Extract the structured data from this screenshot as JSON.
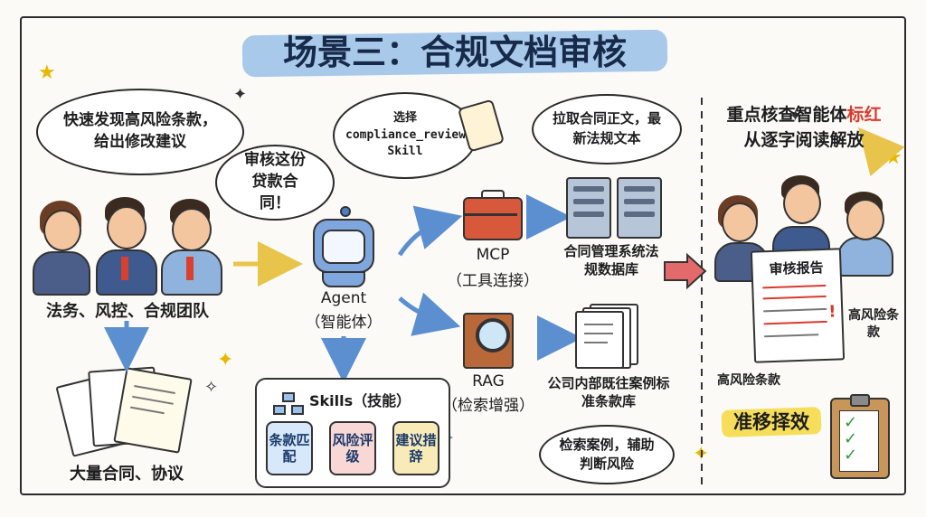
{
  "title": "场景三：合规文档审核",
  "left": {
    "speech_top": "快速发现高风险条款，给出修改建议",
    "speech_mid": "审核这份贷款合同！",
    "team_label": "法务、风控、合规团队",
    "docs_label": "大量合同、协议"
  },
  "agent": {
    "name": "Agent",
    "name_sub": "（智能体）",
    "thought": "选择 compliance_review Skill",
    "skills_title": "Skills（技能）",
    "skills": [
      "条款匹配",
      "风险评级",
      "建议措辞"
    ]
  },
  "mcp": {
    "label": "MCP",
    "sub": "（工具连接）",
    "speech": "拉取合同正文，最新法规文本",
    "target": "合同管理系统法规数据库"
  },
  "rag": {
    "label": "RAG",
    "sub": "（检索增强）",
    "target": "公司内部既往案例标准条款库",
    "speech": "检索案例，辅助判断风险"
  },
  "right": {
    "headline_prefix": "重点核查智能体",
    "headline_highlight": "标红",
    "headline_line2": "从逐字阅读解放",
    "report_title": "审核报告",
    "risk_label_right": "高风险条款",
    "risk_label_bottom": "高风险条款",
    "outcome": "准移择效"
  },
  "colors": {
    "title_bg": "#a8c9ea",
    "arrow_blue": "#5b8fd0",
    "arrow_yellow": "#e9c44a",
    "arrow_red": "#e36a6a",
    "highlight_red": "#d93a2e",
    "outcome_bg": "#f6de5a"
  }
}
